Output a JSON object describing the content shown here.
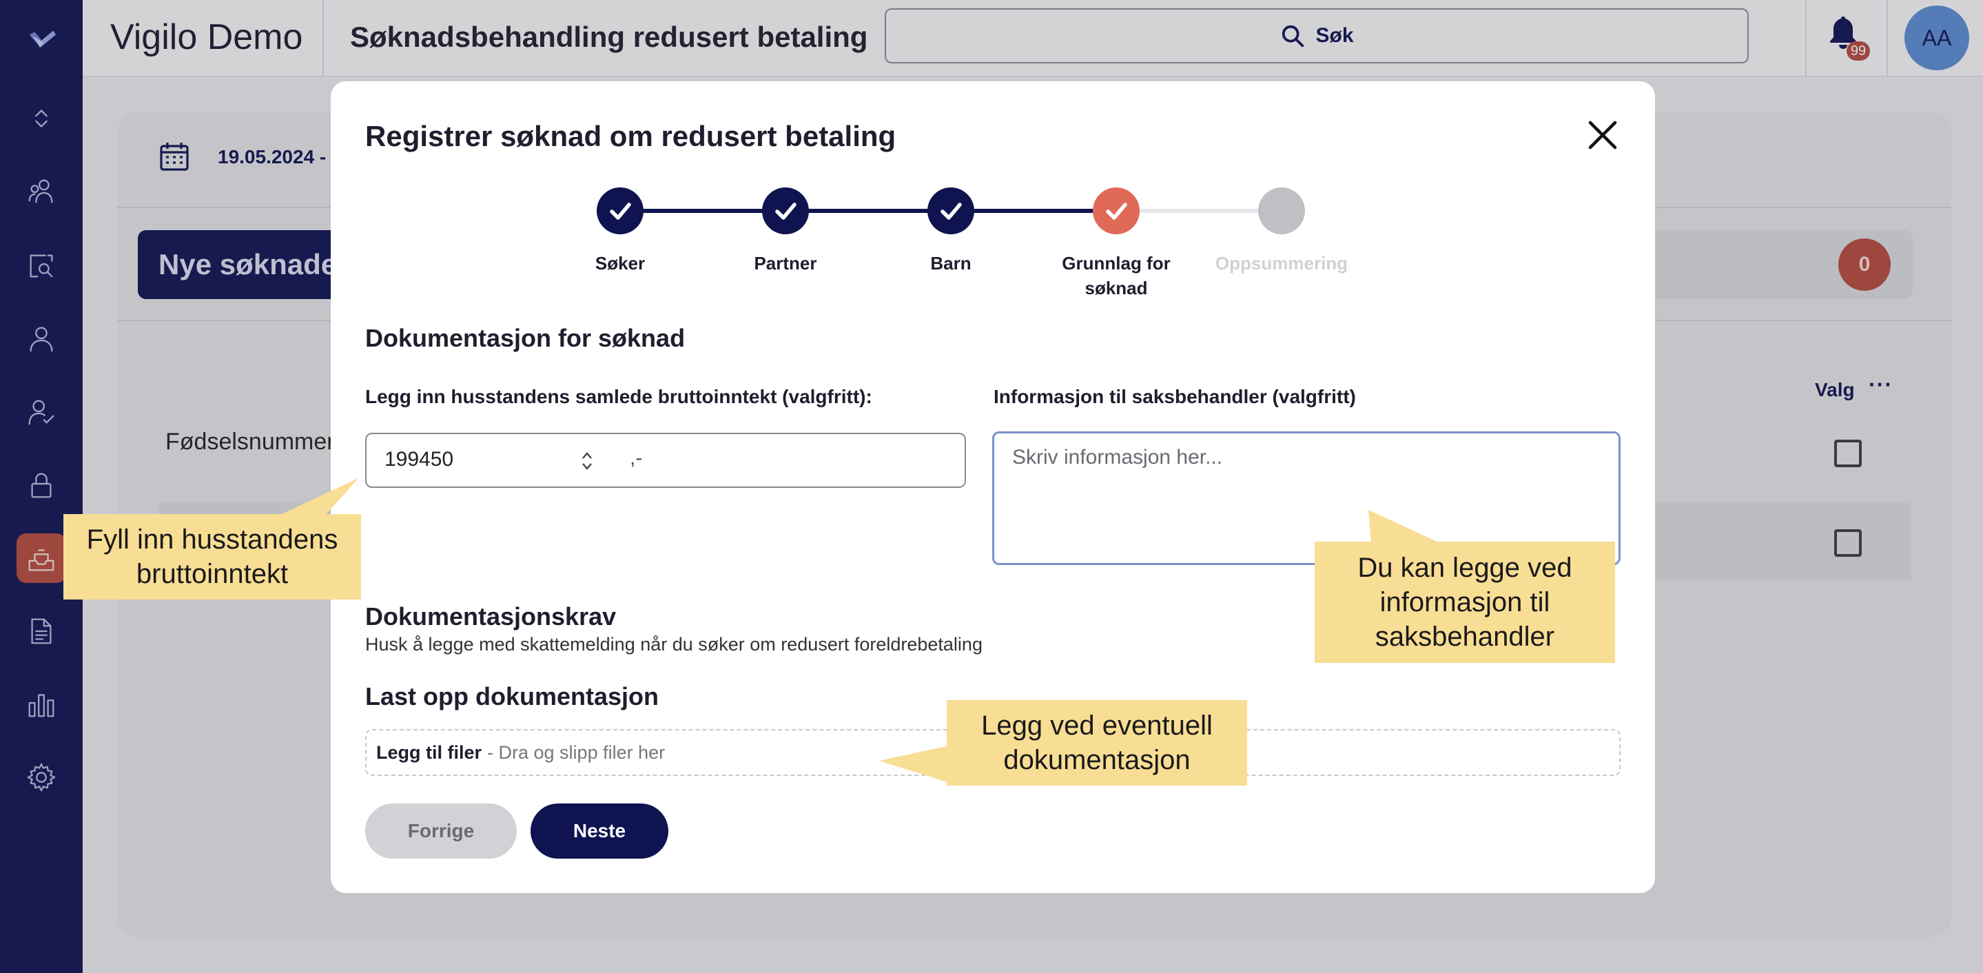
{
  "header": {
    "app_title": "Vigilo Demo",
    "page_title": "Søknadsbehandling redusert betaling",
    "search_label": "Søk",
    "notification_count": "99",
    "avatar_initials": "AA"
  },
  "sidebar": {
    "icons": [
      "logo-icon",
      "collapse-icon",
      "users-icon",
      "search-report-icon",
      "person-icon",
      "person-check-icon",
      "lock-icon",
      "inbox-icon",
      "document-icon",
      "bar-chart-icon",
      "gear-icon"
    ],
    "active_index": 7
  },
  "background": {
    "date": "19.05.2024 -",
    "tab_label": "Nye søknader",
    "tab_count": "0",
    "column_header": "Fødselsnummer",
    "valg_label": "Valg",
    "more_label": "···"
  },
  "modal": {
    "title": "Registrer søknad om redusert betaling",
    "steps": [
      {
        "label": "Søker",
        "state": "done"
      },
      {
        "label": "Partner",
        "state": "done"
      },
      {
        "label": "Barn",
        "state": "done"
      },
      {
        "label": "Grunnlag for søknad",
        "state": "current"
      },
      {
        "label": "Oppsummering",
        "state": "pending"
      }
    ],
    "section_title": "Dokumentasjon for søknad",
    "income_label": "Legg inn husstandens samlede bruttoinntekt (valgfritt):",
    "income_value": "199450",
    "income_suffix": ",-",
    "info_label": "Informasjon til saksbehandler (valgfritt)",
    "info_placeholder": "Skriv informasjon her...",
    "doc_req_title": "Dokumentasjonskrav",
    "doc_req_text": "Husk å legge med skattemelding når du søker om redusert foreldrebetaling",
    "upload_title": "Last opp dokumentasjon",
    "upload_add": "Legg til filer",
    "upload_hint": "- Dra og slipp filer her",
    "prev_button": "Forrige",
    "next_button": "Neste"
  },
  "callouts": {
    "income": "Fyll inn husstandens bruttoinntekt",
    "info": "Du kan legge ved informasjon til saksbehandler",
    "docs": "Legg ved eventuell dokumentasjon"
  },
  "colors": {
    "navy": "#0f1350",
    "accent_red": "#e06a57",
    "pending_gray": "#c0c0c4",
    "callout_yellow": "#f8dd94"
  }
}
